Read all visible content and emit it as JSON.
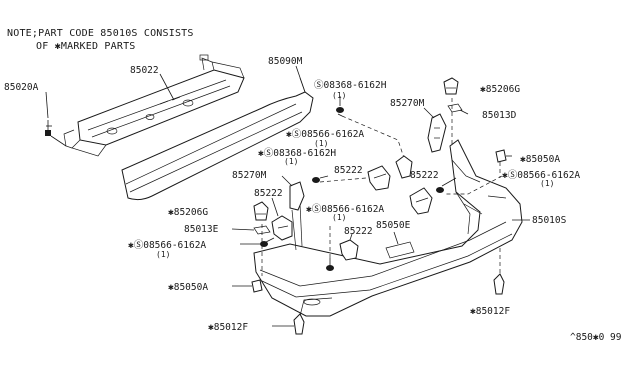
{
  "note": {
    "line1": "NOTE;PART CODE 85010S CONSISTS",
    "line2": "OF ✱MARKED PARTS"
  },
  "labels": {
    "p85020A": "85020A",
    "p85022": "85022",
    "p85090M": "85090M",
    "p08368_top": "Ⓢ08368-6162H",
    "p08368_top_qty": "(1)",
    "p85206G_right": "✱85206G",
    "p85270M_right": "85270M",
    "p85013D": "85013D",
    "p08566_upper": "✱Ⓢ08566-6162A",
    "p08566_upper_qty": "(1)",
    "p08368_mid": "✱Ⓢ08368-6162H",
    "p08368_mid_qty": "(1)",
    "p85050A_right": "✱85050A",
    "p08566_right": "✱Ⓢ08566-6162A",
    "p08566_right_qty": "(1)",
    "p85270M_left": "85270M",
    "p85222_mid": "85222",
    "p85222_left": "85222",
    "p85222_right": "85222",
    "p85206G_left": "✱85206G",
    "p08566_center": "✱Ⓢ08566-6162A",
    "p08566_center_qty": "(1)",
    "p85010S": "85010S",
    "p85013E": "85013E",
    "p85050E": "85050E",
    "p85222_lower": "85222",
    "p08566_left": "✱Ⓢ08566-6162A",
    "p08566_left_qty": "(1)",
    "p85050A_left": "✱85050A",
    "p85012F_right": "✱85012F",
    "p85012F_bottom": "✱85012F",
    "footer_code": "^850✱0 99"
  }
}
